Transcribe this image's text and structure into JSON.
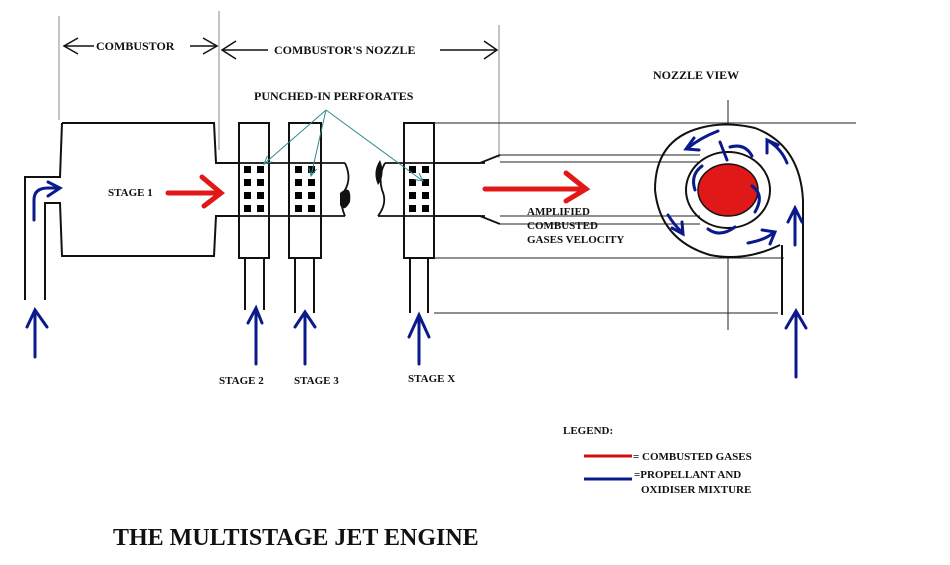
{
  "title": "THE MULTISTAGE JET ENGINE",
  "dimensions": {
    "combustor": "COMBUSTOR",
    "nozzle": "COMBUSTOR'S NOZZLE"
  },
  "annotations": {
    "perforates": "PUNCHED-IN PERFORATES",
    "stage1": "STAGE 1",
    "stage2": "STAGE 2",
    "stage3": "STAGE 3",
    "stageX": "STAGE X",
    "amplified": [
      "AMPLIFIED",
      "COMBUSTED",
      "GASES VELOCITY"
    ],
    "nozzle_view": "NOZZLE VIEW"
  },
  "legend": {
    "heading": "LEGEND:",
    "items": [
      {
        "label": "= COMBUSTED GASES",
        "color": "#d01010"
      },
      {
        "label": "=PROPELLANT AND",
        "label2": "OXIDISER MIXTURE",
        "color": "#0a1a8c"
      }
    ]
  },
  "colors": {
    "combusted": "#e01818",
    "propellant": "#0a1a8c",
    "leader": "#2e8b8b",
    "line": "#111111",
    "guide": "#888888"
  }
}
